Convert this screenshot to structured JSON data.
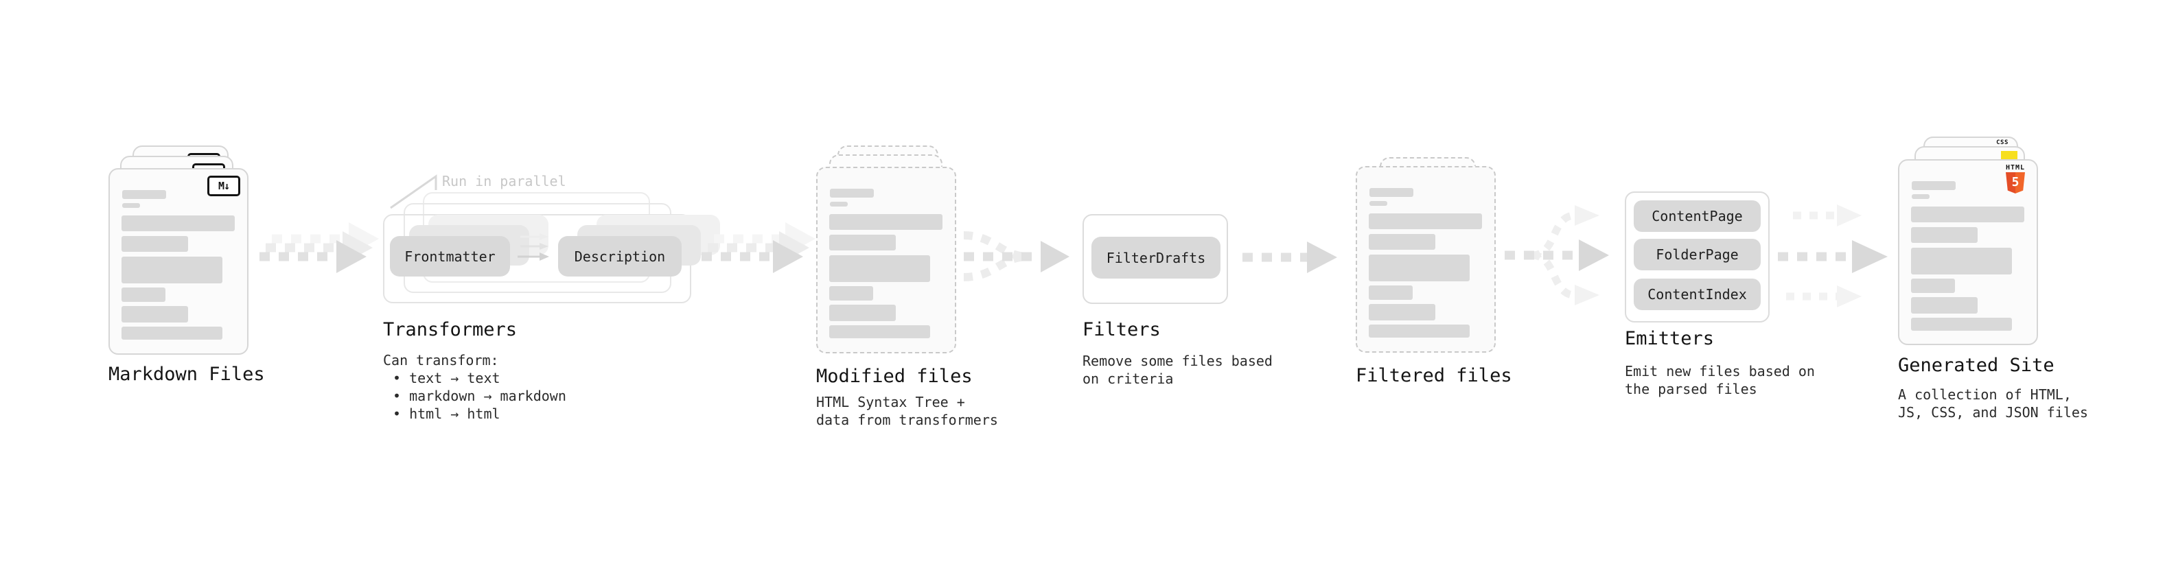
{
  "stages": {
    "markdown": {
      "label": "Markdown Files",
      "badge": "M↓"
    },
    "transformers": {
      "label": "Transformers",
      "annotation": "Run in parallel",
      "pill_left": "Frontmatter",
      "pill_right": "Description",
      "desc_title": "Can transform:",
      "bullets": [
        "• text → text",
        "• markdown → markdown",
        "• html → html"
      ]
    },
    "modified": {
      "label": "Modified files",
      "desc_line1": "HTML Syntax Tree +",
      "desc_line2": "data from transformers"
    },
    "filters": {
      "label": "Filters",
      "pill": "FilterDrafts",
      "desc_line1": "Remove some files based",
      "desc_line2": "on criteria"
    },
    "filtered": {
      "label": "Filtered files"
    },
    "emitters": {
      "label": "Emitters",
      "pills": [
        "ContentPage",
        "FolderPage",
        "ContentIndex"
      ],
      "desc_line1": "Emit new files based on",
      "desc_line2": "the parsed files"
    },
    "site": {
      "label": "Generated Site",
      "desc_line1": "A collection of HTML,",
      "desc_line2": "JS, CSS, and JSON files",
      "badge_css": "CSS",
      "badge_html": "HTML",
      "badge_html_number": "5"
    }
  },
  "colors": {
    "html5_orange": "#e44d26",
    "js_yellow": "#f7df1e",
    "css_blue": "#2965f1",
    "placeholder_gray": "#d9d9d9",
    "arrow_gray": "#e1e1e1"
  }
}
